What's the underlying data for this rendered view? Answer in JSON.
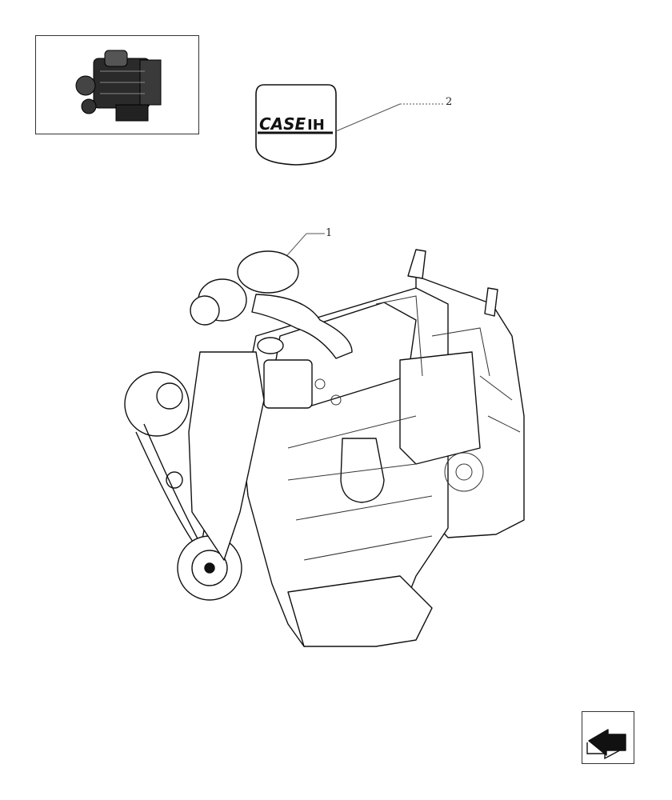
{
  "decal": {
    "brand_text": "CASE",
    "brand_mark": "IH"
  },
  "callouts": [
    {
      "label": "1",
      "part": "engine-assembly"
    },
    {
      "label": "2",
      "part": "case-ih-decal"
    }
  ],
  "icons": {
    "thumbnail": "engine-thumbnail-icon",
    "navigation": "next-page-arrow-icon"
  },
  "colors": {
    "line": "#111111",
    "leader": "#555555",
    "background": "#ffffff"
  }
}
